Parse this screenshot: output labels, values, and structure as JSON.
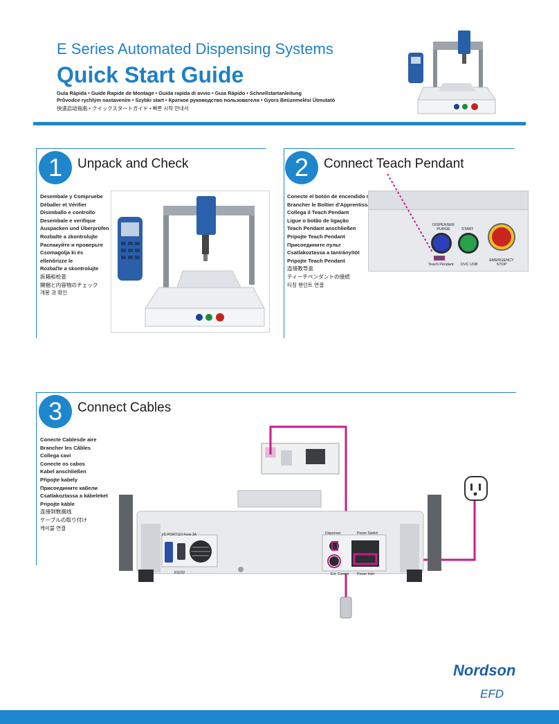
{
  "header": {
    "series_title": "E Series Automated Dispensing Systems",
    "main_title": "Quick Start Guide",
    "subtitle_1": "Guía Rápida • Guide Rapide de Montage • Guida rapida di avvio • Guia Rápido • Schnellstartanleitung",
    "subtitle_2": "Průvodce rychlým nastavením • Szybki start • Краткое руководство пользователя • Gyors Beüzemelési Útmutató",
    "subtitle_3": "快速启动指南 • クイックスタートガイド • 빠른 시작 안내서"
  },
  "step1": {
    "number": "1",
    "title": "Unpack and Check",
    "translations": [
      "Desembale y Compruebe",
      "Déballer et Vérifier",
      "Disimballo e controllo",
      "Desembale e verifique",
      "Auspacken und Überprüfen",
      "Rozbalte a zkontrolujte",
      "Распакуйте и проверьте",
      "Csomagolja ki és",
      "ellenőrizze le",
      "Rozbaľte a skontrolujte",
      "拆箱和检查",
      "開梱と内容物のチェック",
      "개봉 과 확인"
    ]
  },
  "step2": {
    "number": "2",
    "title": "Connect Teach Pendant",
    "translations": [
      "Conecte el botón de encendido r",
      "Brancher le Boîtier d'Apprentissage",
      "Collega il Teach Pendant",
      "Ligue o botão de ligação",
      "Teach Pendant anschließen",
      "Pripojte Teach Pendant",
      "Присоедините пульт",
      "Csatlakoztassa a tanírányítót",
      "Pripojte Teach Pendant",
      "连接教导盒",
      "ティーチペンダントの接続",
      "티칭 펜던트 연결"
    ],
    "panel": {
      "dispenser_purge": "DISPENSER PURGE",
      "start": "START",
      "emergency_stop": "EMERGENCY STOP",
      "teach_pendant": "Teach Pendant",
      "dvc_usb": "DVC USB"
    }
  },
  "step3": {
    "number": "3",
    "title": "Connect Cables",
    "translations": [
      "Conecte Cablesde aire",
      "Brancher les Câbles",
      "Collega cavi",
      "Conecte os cabos",
      "Kabel anschließen",
      "Připojte kabely",
      "Присоедините кабели",
      "Csatlakoztassa a kábeleket",
      "Pripojte káble",
      "连接到数据线",
      "ケーブルの取り付け",
      "케이블 연결"
    ],
    "rear_labels": {
      "io_port": "I/O PORT",
      "fuse": "110 Fuse 3A",
      "rs232": "RS232",
      "dispenser": "Dispenser",
      "power_switch": "Power Switch",
      "ext_control": "Ext. Control",
      "power_inlet": "Power Inlet"
    }
  },
  "footer": {
    "logo": "Nordson",
    "logo_sub": "EFD"
  },
  "colors": {
    "brand_blue": "#1e86cc",
    "magenta": "#c81d8a",
    "logo_blue": "#1d5fa8"
  }
}
